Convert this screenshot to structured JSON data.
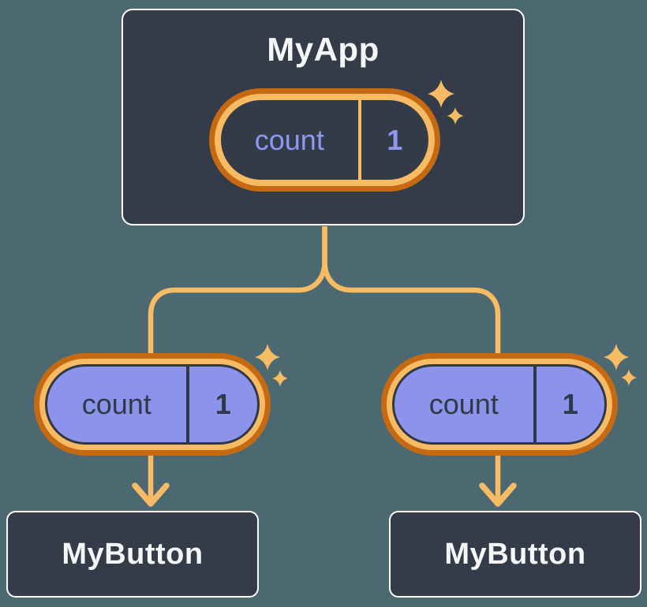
{
  "root": {
    "title": "MyApp",
    "state": {
      "label": "count",
      "value": "1"
    }
  },
  "children": [
    {
      "title": "MyButton",
      "state": {
        "label": "count",
        "value": "1"
      }
    },
    {
      "title": "MyButton",
      "state": {
        "label": "count",
        "value": "1"
      }
    }
  ],
  "icons": {
    "sparkle": "sparkle-icon",
    "arrow": "arrow-down-icon"
  },
  "colors": {
    "bg": "#4C6972",
    "node_fill": "#353C49",
    "node_border": "#FFFFFF",
    "node_text": "#F5F6F7",
    "ring_outer": "#C56A12",
    "ring_inner": "#F7BB63",
    "pill_dark": "#343B48",
    "pill_purple": "#8B93EB",
    "purple_text": "#8D99EE",
    "dark_text": "#313845",
    "connector": "#F7BB63"
  }
}
